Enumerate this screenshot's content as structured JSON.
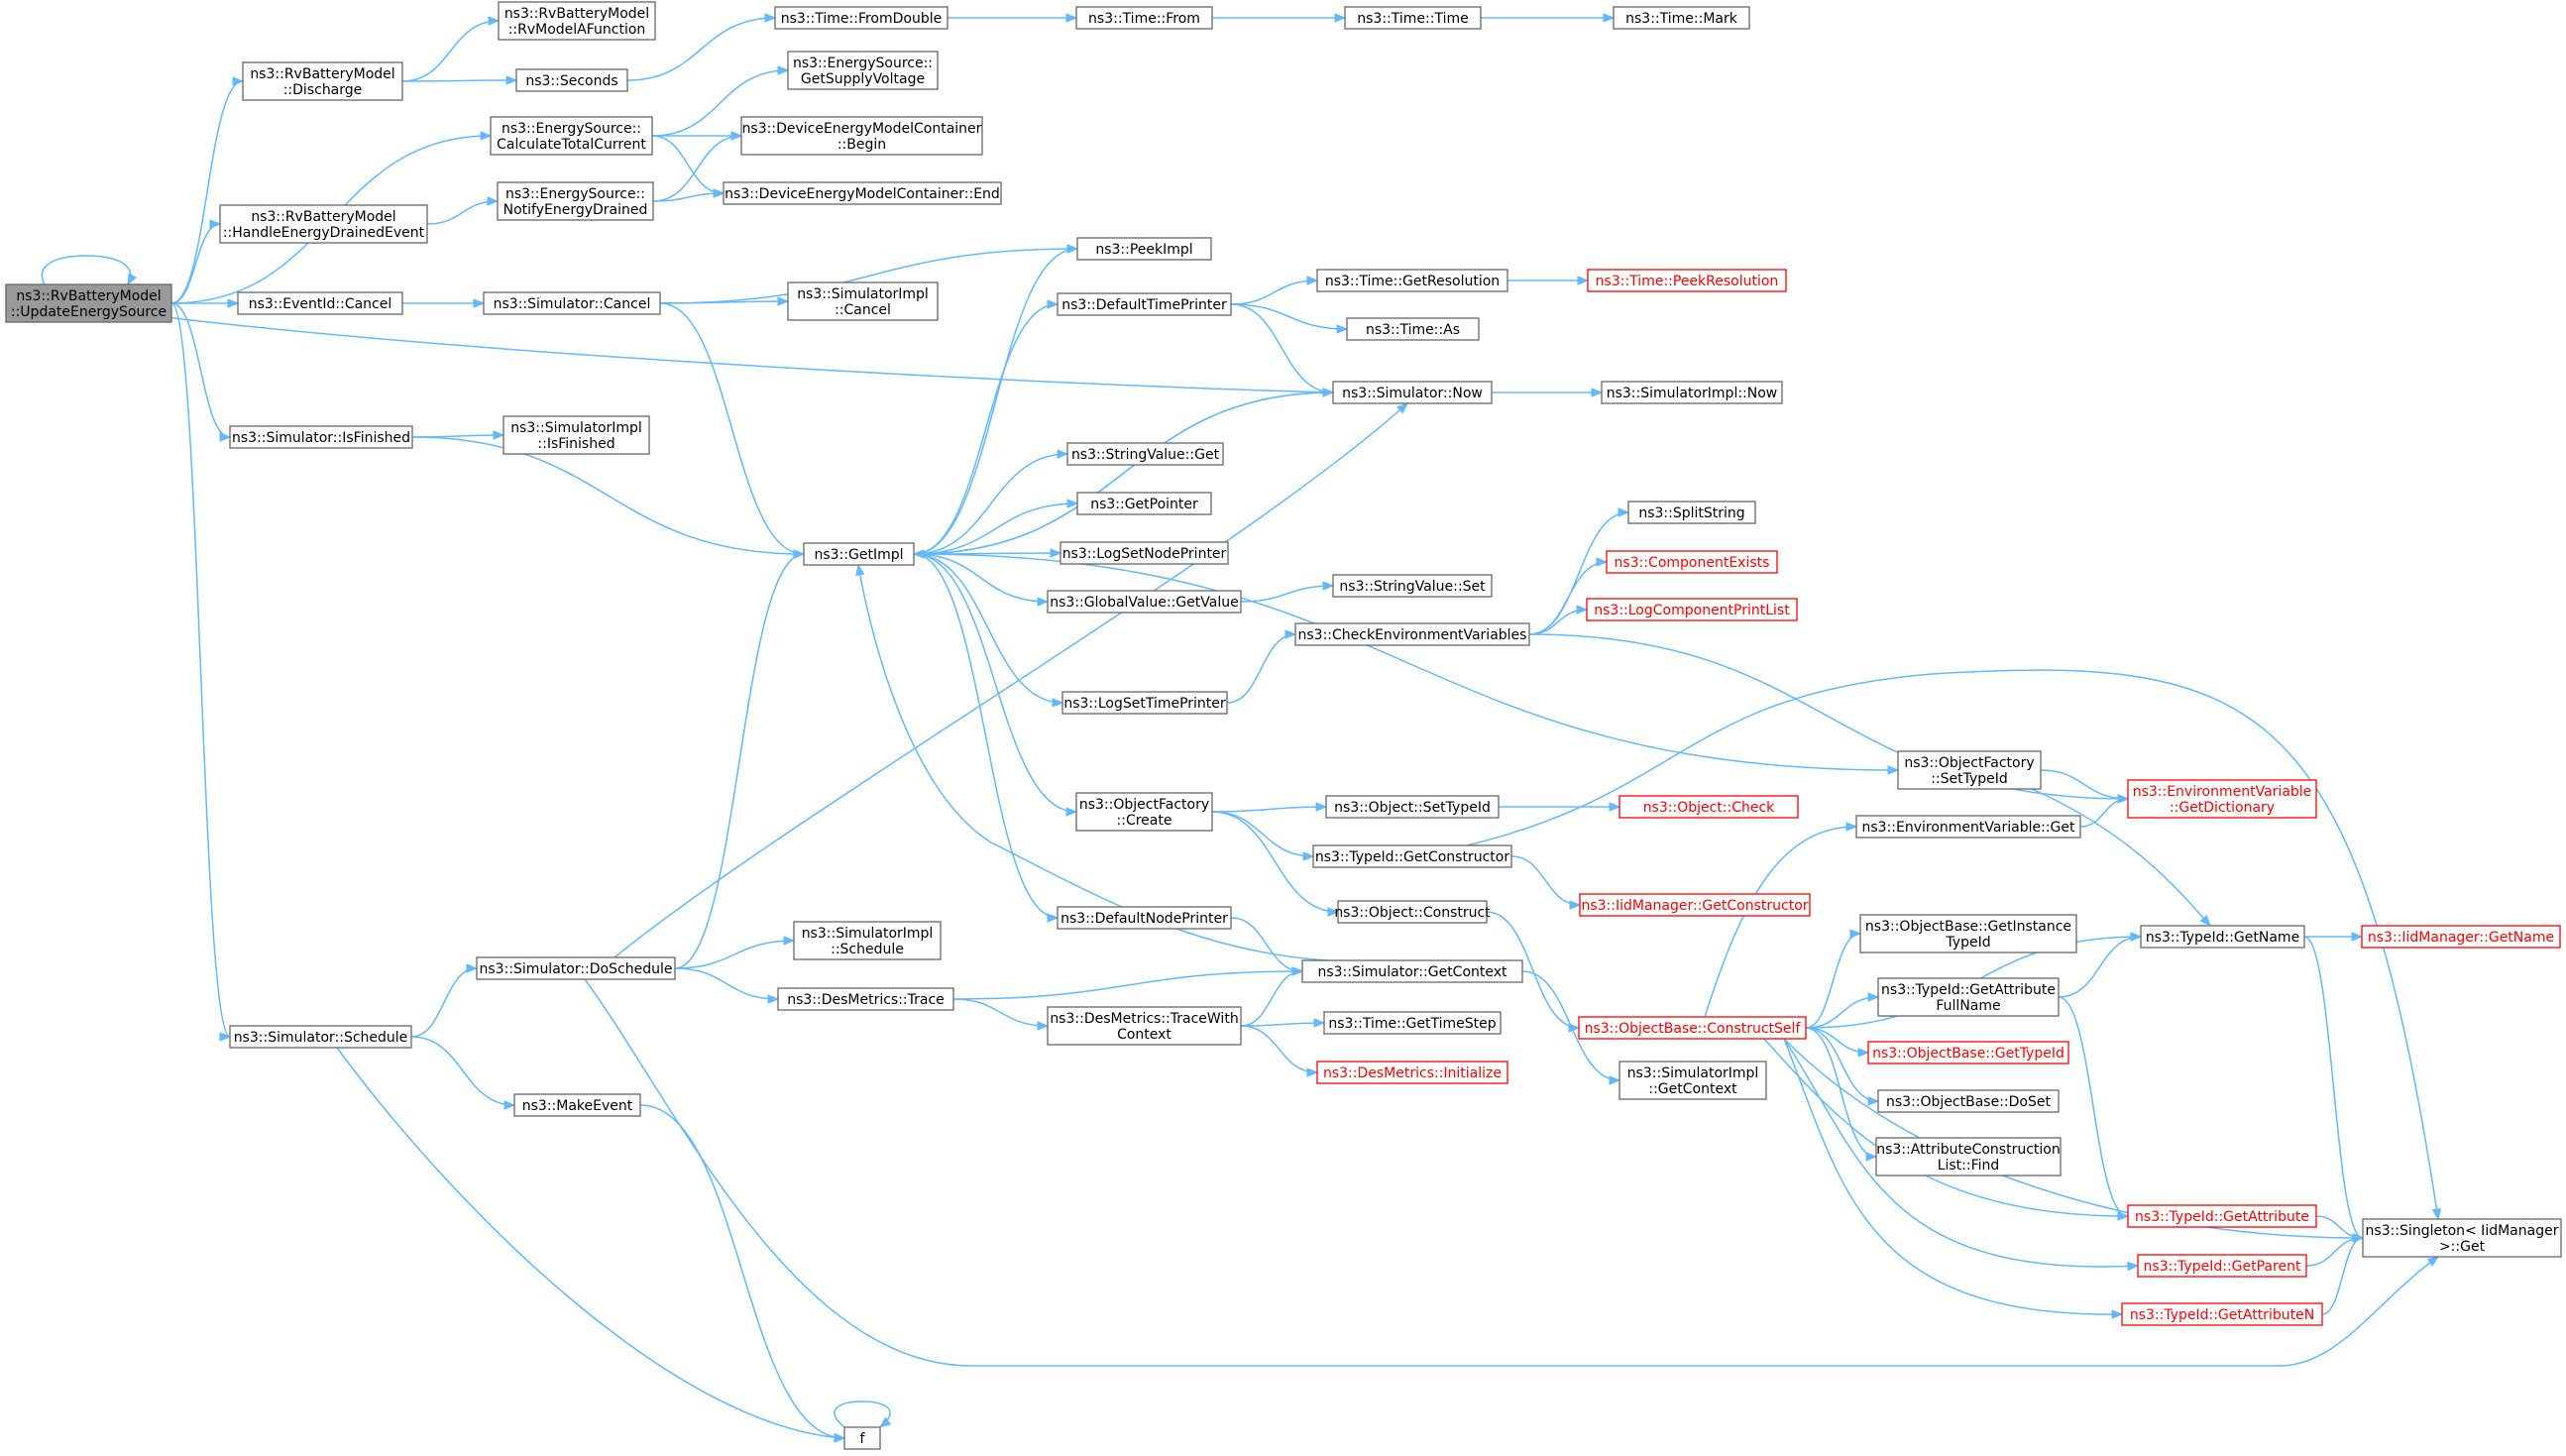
{
  "nodes": {
    "root": {
      "lines": [
        "ns3::RvBatteryModel",
        "::UpdateEnergySource"
      ],
      "style": "root"
    },
    "discharge": {
      "lines": [
        "ns3::RvBatteryModel",
        "::Discharge"
      ]
    },
    "rvfunc": {
      "lines": [
        "ns3::RvBatteryModel",
        "::RvModelAFunction"
      ]
    },
    "seconds": {
      "lines": [
        "ns3::Seconds"
      ]
    },
    "fromdouble": {
      "lines": [
        "ns3::Time::FromDouble"
      ]
    },
    "from": {
      "lines": [
        "ns3::Time::From"
      ]
    },
    "time": {
      "lines": [
        "ns3::Time::Time"
      ]
    },
    "mark": {
      "lines": [
        "ns3::Time::Mark"
      ]
    },
    "calccur": {
      "lines": [
        "ns3::EnergySource::",
        "CalculateTotalCurrent"
      ]
    },
    "supplyv": {
      "lines": [
        "ns3::EnergySource::",
        "GetSupplyVoltage"
      ]
    },
    "demcbegin": {
      "lines": [
        "ns3::DeviceEnergyModelContainer",
        "::Begin"
      ]
    },
    "demcend": {
      "lines": [
        "ns3::DeviceEnergyModelContainer::End"
      ]
    },
    "handledrained": {
      "lines": [
        "ns3::RvBatteryModel",
        "::HandleEnergyDrainedEvent"
      ]
    },
    "notifydrained": {
      "lines": [
        "ns3::EnergySource::",
        "NotifyEnergyDrained"
      ]
    },
    "eventcancel": {
      "lines": [
        "ns3::EventId::Cancel"
      ]
    },
    "simcancel": {
      "lines": [
        "ns3::Simulator::Cancel"
      ]
    },
    "simimplcancel": {
      "lines": [
        "ns3::SimulatorImpl",
        "::Cancel"
      ]
    },
    "peekimpl": {
      "lines": [
        "ns3::PeekImpl"
      ]
    },
    "deftimeprinter": {
      "lines": [
        "ns3::DefaultTimePrinter"
      ]
    },
    "getres": {
      "lines": [
        "ns3::Time::GetResolution"
      ]
    },
    "peekres": {
      "lines": [
        "ns3::Time::PeekResolution"
      ],
      "style": "red"
    },
    "timeas": {
      "lines": [
        "ns3::Time::As"
      ]
    },
    "simnow": {
      "lines": [
        "ns3::Simulator::Now"
      ]
    },
    "simimplnow": {
      "lines": [
        "ns3::SimulatorImpl::Now"
      ]
    },
    "isfinished": {
      "lines": [
        "ns3::Simulator::IsFinished"
      ]
    },
    "simimplisfin": {
      "lines": [
        "ns3::SimulatorImpl",
        "::IsFinished"
      ]
    },
    "getimpl": {
      "lines": [
        "ns3::GetImpl"
      ]
    },
    "strget": {
      "lines": [
        "ns3::StringValue::Get"
      ]
    },
    "getpointer": {
      "lines": [
        "ns3::GetPointer"
      ]
    },
    "logsetnode": {
      "lines": [
        "ns3::LogSetNodePrinter"
      ]
    },
    "gvget": {
      "lines": [
        "ns3::GlobalValue::GetValue"
      ]
    },
    "strset": {
      "lines": [
        "ns3::StringValue::Set"
      ]
    },
    "splitstring": {
      "lines": [
        "ns3::SplitString"
      ]
    },
    "compexists": {
      "lines": [
        "ns3::ComponentExists"
      ],
      "style": "red"
    },
    "logcomplist": {
      "lines": [
        "ns3::LogComponentPrintList"
      ],
      "style": "red"
    },
    "checkenv": {
      "lines": [
        "ns3::CheckEnvironmentVariables"
      ]
    },
    "logsettime": {
      "lines": [
        "ns3::LogSetTimePrinter"
      ]
    },
    "ofsettypeid": {
      "lines": [
        "ns3::ObjectFactory",
        "::SetTypeId"
      ]
    },
    "envgetdict": {
      "lines": [
        "ns3::EnvironmentVariable",
        "::GetDictionary"
      ],
      "style": "red"
    },
    "ofcreate": {
      "lines": [
        "ns3::ObjectFactory",
        "::Create"
      ]
    },
    "objsettypeid": {
      "lines": [
        "ns3::Object::SetTypeId"
      ]
    },
    "objcheck": {
      "lines": [
        "ns3::Object::Check"
      ],
      "style": "red"
    },
    "envget": {
      "lines": [
        "ns3::EnvironmentVariable::Get"
      ]
    },
    "tidgetctor": {
      "lines": [
        "ns3::TypeId::GetConstructor"
      ]
    },
    "iidgetctor": {
      "lines": [
        "ns3::IidManager::GetConstructor"
      ],
      "style": "red"
    },
    "objconstruct": {
      "lines": [
        "ns3::Object::Construct"
      ]
    },
    "defnodeprinter": {
      "lines": [
        "ns3::DefaultNodePrinter"
      ]
    },
    "obgetinst": {
      "lines": [
        "ns3::ObjectBase::GetInstance",
        "TypeId"
      ]
    },
    "tidgetname": {
      "lines": [
        "ns3::TypeId::GetName"
      ]
    },
    "iidgetname": {
      "lines": [
        "ns3::IidManager::GetName"
      ],
      "style": "red"
    },
    "simimplsched": {
      "lines": [
        "ns3::SimulatorImpl",
        "::Schedule"
      ]
    },
    "doschedule": {
      "lines": [
        "ns3::Simulator::DoSchedule"
      ]
    },
    "simgetctx": {
      "lines": [
        "ns3::Simulator::GetContext"
      ]
    },
    "destrace": {
      "lines": [
        "ns3::DesMetrics::Trace"
      ]
    },
    "tidattrfull": {
      "lines": [
        "ns3::TypeId::GetAttribute",
        "FullName"
      ]
    },
    "schedule": {
      "lines": [
        "ns3::Simulator::Schedule"
      ]
    },
    "destracectx": {
      "lines": [
        "ns3::DesMetrics::TraceWith",
        "Context"
      ]
    },
    "gettimestep": {
      "lines": [
        "ns3::Time::GetTimeStep"
      ]
    },
    "obconstructself": {
      "lines": [
        "ns3::ObjectBase::ConstructSelf"
      ],
      "style": "red"
    },
    "obgettypeid": {
      "lines": [
        "ns3::ObjectBase::GetTypeId"
      ],
      "style": "red"
    },
    "desinit": {
      "lines": [
        "ns3::DesMetrics::Initialize"
      ],
      "style": "red"
    },
    "simimplgetctx": {
      "lines": [
        "ns3::SimulatorImpl",
        "::GetContext"
      ]
    },
    "makeevent": {
      "lines": [
        "ns3::MakeEvent"
      ]
    },
    "obdoset": {
      "lines": [
        "ns3::ObjectBase::DoSet"
      ]
    },
    "acfind": {
      "lines": [
        "ns3::AttributeConstruction",
        "List::Find"
      ]
    },
    "tidgetattr": {
      "lines": [
        "ns3::TypeId::GetAttribute"
      ],
      "style": "red"
    },
    "singleton": {
      "lines": [
        "ns3::Singleton< IidManager",
        " >::Get"
      ]
    },
    "tidgetparent": {
      "lines": [
        "ns3::TypeId::GetParent"
      ],
      "style": "red"
    },
    "tidgetattrn": {
      "lines": [
        "ns3::TypeId::GetAttributeN"
      ],
      "style": "red"
    },
    "f": {
      "lines": [
        "f"
      ]
    }
  },
  "edges": [
    [
      "root",
      "root"
    ],
    [
      "root",
      "discharge"
    ],
    [
      "root",
      "calccur"
    ],
    [
      "root",
      "handledrained"
    ],
    [
      "root",
      "eventcancel"
    ],
    [
      "root",
      "simnow"
    ],
    [
      "root",
      "isfinished"
    ],
    [
      "root",
      "schedule"
    ],
    [
      "discharge",
      "rvfunc"
    ],
    [
      "discharge",
      "seconds"
    ],
    [
      "seconds",
      "fromdouble"
    ],
    [
      "fromdouble",
      "from"
    ],
    [
      "from",
      "time"
    ],
    [
      "time",
      "mark"
    ],
    [
      "calccur",
      "supplyv"
    ],
    [
      "calccur",
      "demcbegin"
    ],
    [
      "calccur",
      "demcend"
    ],
    [
      "handledrained",
      "notifydrained"
    ],
    [
      "notifydrained",
      "demcbegin"
    ],
    [
      "notifydrained",
      "demcend"
    ],
    [
      "eventcancel",
      "simcancel"
    ],
    [
      "simcancel",
      "peekimpl"
    ],
    [
      "simcancel",
      "simimplcancel"
    ],
    [
      "simcancel",
      "getimpl"
    ],
    [
      "isfinished",
      "simimplisfin"
    ],
    [
      "isfinished",
      "getimpl"
    ],
    [
      "getimpl",
      "peekimpl"
    ],
    [
      "getimpl",
      "deftimeprinter"
    ],
    [
      "getimpl",
      "simnow"
    ],
    [
      "getimpl",
      "strget"
    ],
    [
      "getimpl",
      "getpointer"
    ],
    [
      "getimpl",
      "logsetnode"
    ],
    [
      "getimpl",
      "gvget"
    ],
    [
      "getimpl",
      "logsettime"
    ],
    [
      "getimpl",
      "ofsettypeid"
    ],
    [
      "getimpl",
      "ofcreate"
    ],
    [
      "getimpl",
      "defnodeprinter"
    ],
    [
      "deftimeprinter",
      "getres"
    ],
    [
      "deftimeprinter",
      "timeas"
    ],
    [
      "deftimeprinter",
      "simnow"
    ],
    [
      "getres",
      "peekres"
    ],
    [
      "simnow",
      "simimplnow"
    ],
    [
      "simnow",
      "getimpl"
    ],
    [
      "gvget",
      "strset"
    ],
    [
      "logsettime",
      "checkenv"
    ],
    [
      "checkenv",
      "splitstring"
    ],
    [
      "checkenv",
      "compexists"
    ],
    [
      "checkenv",
      "logcomplist"
    ],
    [
      "checkenv",
      "envgetdict"
    ],
    [
      "ofsettypeid",
      "envgetdict"
    ],
    [
      "ofsettypeid",
      "tidgetname"
    ],
    [
      "ofcreate",
      "objsettypeid"
    ],
    [
      "ofcreate",
      "tidgetctor"
    ],
    [
      "ofcreate",
      "objconstruct"
    ],
    [
      "objsettypeid",
      "objcheck"
    ],
    [
      "tidgetctor",
      "iidgetctor"
    ],
    [
      "tidgetctor",
      "singleton"
    ],
    [
      "objconstruct",
      "obconstructself"
    ],
    [
      "defnodeprinter",
      "simgetctx"
    ],
    [
      "simgetctx",
      "getimpl"
    ],
    [
      "simgetctx",
      "simimplgetctx"
    ],
    [
      "doschedule",
      "getimpl"
    ],
    [
      "doschedule",
      "simnow"
    ],
    [
      "doschedule",
      "simimplsched"
    ],
    [
      "doschedule",
      "destrace"
    ],
    [
      "doschedule",
      "singleton"
    ],
    [
      "destrace",
      "simgetctx"
    ],
    [
      "destrace",
      "destracectx"
    ],
    [
      "destracectx",
      "simgetctx"
    ],
    [
      "destracectx",
      "gettimestep"
    ],
    [
      "destracectx",
      "desinit"
    ],
    [
      "schedule",
      "doschedule"
    ],
    [
      "schedule",
      "makeevent"
    ],
    [
      "schedule",
      "f"
    ],
    [
      "makeevent",
      "f"
    ],
    [
      "f",
      "f"
    ],
    [
      "obconstructself",
      "envget"
    ],
    [
      "obconstructself",
      "obgetinst"
    ],
    [
      "obconstructself",
      "tidgetname"
    ],
    [
      "obconstructself",
      "tidattrfull"
    ],
    [
      "obconstructself",
      "obgettypeid"
    ],
    [
      "obconstructself",
      "obdoset"
    ],
    [
      "obconstructself",
      "acfind"
    ],
    [
      "obconstructself",
      "tidgetattr"
    ],
    [
      "obconstructself",
      "singleton"
    ],
    [
      "obconstructself",
      "tidgetparent"
    ],
    [
      "obconstructself",
      "tidgetattrn"
    ],
    [
      "envget",
      "envgetdict"
    ],
    [
      "tidattrfull",
      "tidgetname"
    ],
    [
      "tidattrfull",
      "tidgetattr"
    ],
    [
      "tidgetname",
      "iidgetname"
    ],
    [
      "tidgetname",
      "singleton"
    ],
    [
      "tidgetattr",
      "singleton"
    ],
    [
      "tidgetparent",
      "singleton"
    ],
    [
      "tidgetattrn",
      "singleton"
    ]
  ]
}
